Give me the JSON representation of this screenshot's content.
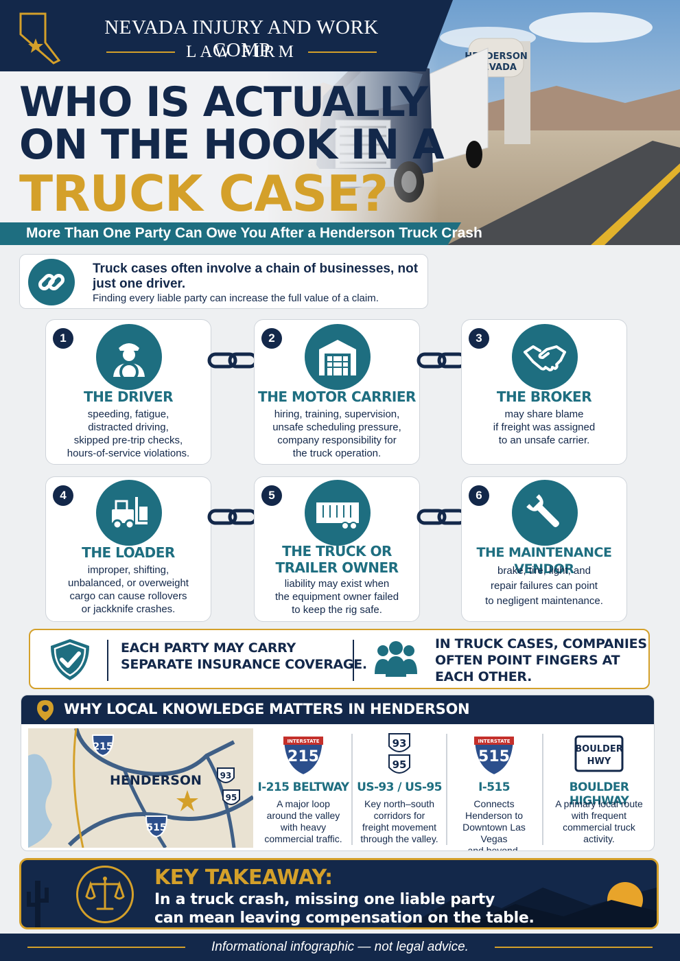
{
  "colors": {
    "navy": "#13284a",
    "teal": "#1e6e80",
    "gold": "#d4a02a"
  },
  "header": {
    "firm_line1": "NEVADA INJURY AND WORK COMP",
    "firm_line2": "LAW FIRM",
    "headline_line1": "WHO IS ACTUALLY",
    "headline_line2": "ON THE HOOK IN A",
    "headline_line3": "TRUCK CASE?",
    "subheadline": "More Than One Party Can Owe You After a Henderson Truck Crash",
    "water_tower_line1": "HENDERSON",
    "water_tower_line2": "NEVADA"
  },
  "intro": {
    "icon": "chain-link-icon",
    "bold": "Truck cases often involve a chain of businesses, not just one driver.",
    "text": "Finding every liable party can increase the full value of a claim."
  },
  "parties": [
    {
      "num": "1",
      "title": "THE DRIVER",
      "icon": "driver-icon",
      "desc": "speeding, fatigue,\ndistracted driving,\nskipped pre-trip checks,\nhours-of-service violations."
    },
    {
      "num": "2",
      "title": "THE MOTOR CARRIER",
      "icon": "warehouse-icon",
      "desc": "hiring, training, supervision,\nunsafe scheduling pressure,\ncompany responsibility for\nthe truck operation."
    },
    {
      "num": "3",
      "title": "THE BROKER",
      "icon": "handshake-icon",
      "desc": "may share blame\nif freight was assigned\nto an unsafe carrier."
    },
    {
      "num": "4",
      "title": "THE LOADER",
      "icon": "forklift-icon",
      "desc": "improper, shifting,\nunbalanced, or overweight\ncargo can cause rollovers\nor jackknife crashes."
    },
    {
      "num": "5",
      "title": "THE TRUCK OR TRAILER OWNER",
      "icon": "trailer-icon",
      "desc": "liability may exist when\nthe equipment owner failed\nto keep the rig safe."
    },
    {
      "num": "6",
      "title": "THE MAINTENANCE VENDOR",
      "icon": "wrench-icon",
      "desc": "brake, tire, light, and\nrepair failures can point\nto negligent maintenance."
    }
  ],
  "insurance": {
    "left": "EACH PARTY MAY CARRY\nSEPARATE INSURANCE COVERAGE.",
    "right": "IN TRUCK CASES, COMPANIES\nOFTEN POINT FINGERS AT\nEACH OTHER."
  },
  "local": {
    "title": "WHY LOCAL KNOWLEDGE MATTERS IN HENDERSON",
    "map_city": "HENDERSON",
    "map_shields": {
      "i215": "215",
      "i515": "515",
      "us93": "93",
      "us95": "95"
    },
    "roads": [
      {
        "sign_label": "INTERSTATE",
        "sign_num": "215",
        "name": "I-215 BELTWAY",
        "desc": "A major loop\naround the valley\nwith heavy\ncommercial traffic."
      },
      {
        "sign_num_a": "93",
        "sign_num_b": "95",
        "name": "US-93 / US-95",
        "desc": "Key north–south\ncorridors for\nfreight movement\nthrough the valley."
      },
      {
        "sign_label": "INTERSTATE",
        "sign_num": "515",
        "name": "I-515",
        "desc": "Connects\nHenderson to\nDowntown Las Vegas\nand beyond."
      },
      {
        "sign_line1": "BOULDER",
        "sign_line2": "HWY",
        "name": "BOULDER HIGHWAY",
        "desc": "A primary local route\nwith frequent\ncommercial truck\nactivity."
      }
    ]
  },
  "takeaway": {
    "heading": "KEY TAKEAWAY:",
    "body": "In a truck crash, missing one liable party\ncan mean leaving compensation on the table."
  },
  "footer": {
    "disclaimer": "Informational infographic — not legal advice."
  }
}
